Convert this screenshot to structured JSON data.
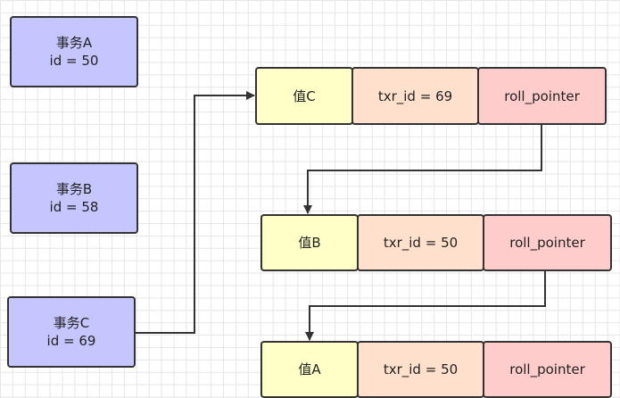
{
  "transactions": [
    {
      "name": "事务A",
      "id_text": "id = 50"
    },
    {
      "name": "事务B",
      "id_text": "id = 58"
    },
    {
      "name": "事务C",
      "id_text": "id = 69"
    }
  ],
  "versions": [
    {
      "value": "值C",
      "txr_id": "txr_id = 69",
      "pointer": "roll_pointer"
    },
    {
      "value": "值B",
      "txr_id": "txr_id = 50",
      "pointer": "roll_pointer"
    },
    {
      "value": "值A",
      "txr_id": "txr_id = 50",
      "pointer": "roll_pointer"
    }
  ],
  "colors": {
    "transaction_fill": "#c6c6ff",
    "value_fill": "#ffffc8",
    "txr_id_fill": "#ffe0cc",
    "pointer_fill": "#ffcccc",
    "stroke": "#333333"
  }
}
